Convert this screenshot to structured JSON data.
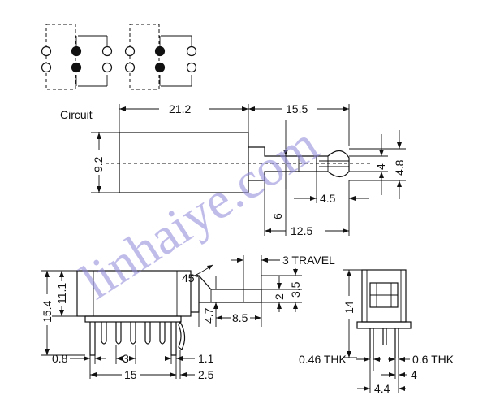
{
  "labels": {
    "circuit": "Circuit",
    "watermark": "linhaiye.com"
  },
  "dims": {
    "top_len": "21.2",
    "top_travel": "15.5",
    "body_h": "9.2",
    "stem_h": "4",
    "stem_tip_h": "4.8",
    "stem_tip_len": "4.5",
    "stem_from_body": "6",
    "stem_total": "12.5",
    "travel": "3 TRAVEL",
    "angle": "45°",
    "h_total": "15.4",
    "h_body": "11.1",
    "btn_h": "3.5",
    "btn_w": "2",
    "btn_off": "4.7",
    "btn_len": "8.5",
    "pin_w": "0.8",
    "pin_pitch": "3",
    "pin_tail": "1.1",
    "pins_span": "15",
    "pin_last": "2.5",
    "side_h": "14",
    "thk_left": "0.46 THK",
    "thk_right": "0.6 THK",
    "side_w": "4.4",
    "side_pin": "4"
  }
}
